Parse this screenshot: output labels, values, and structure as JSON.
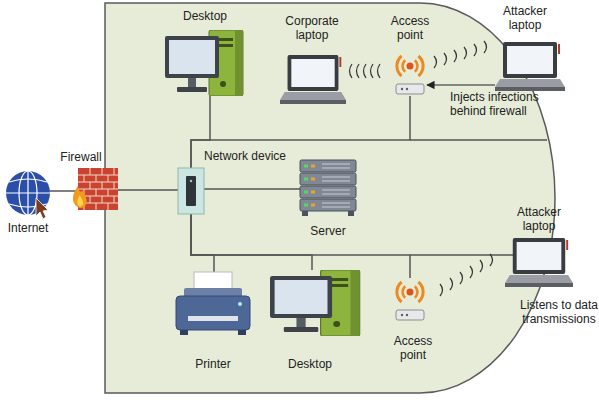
{
  "diagram": {
    "nodes": [
      {
        "text": [
          "Desktop"
        ]
      },
      {
        "text": [
          "Corporate laptop"
        ]
      },
      {
        "text": [
          "Access point"
        ]
      },
      {
        "text": [
          "Attacker laptop"
        ]
      },
      {
        "text": [
          "Internet"
        ]
      },
      {
        "text": [
          "Firewall"
        ]
      },
      {
        "text": [
          "Network device"
        ]
      },
      {
        "text": [
          "Server"
        ]
      },
      {
        "text": [
          "Attacker laptop"
        ]
      },
      {
        "text": [
          "Printer"
        ]
      },
      {
        "text": [
          "Desktop"
        ]
      },
      {
        "text": [
          "Access point"
        ]
      }
    ],
    "edges": [
      {
        "from": 4,
        "to": 5,
        "arrow": "none"
      },
      {
        "from": 5,
        "to": 6,
        "arrow": "none"
      },
      {
        "from": 6,
        "to": 7,
        "arrow": "none"
      },
      {
        "from": 6,
        "to": 0,
        "arrow": "none"
      },
      {
        "from": 6,
        "to": 2,
        "arrow": "none"
      },
      {
        "from": 6,
        "to": 9,
        "arrow": "none"
      },
      {
        "from": 6,
        "to": 10,
        "arrow": "none"
      },
      {
        "from": 6,
        "to": 11,
        "arrow": "none"
      },
      {
        "from": 3,
        "to": 2,
        "label": "Injects infections behind firewall",
        "arrow": "to"
      }
    ],
    "labels": [
      "Listens to data transmissions"
    ]
  }
}
